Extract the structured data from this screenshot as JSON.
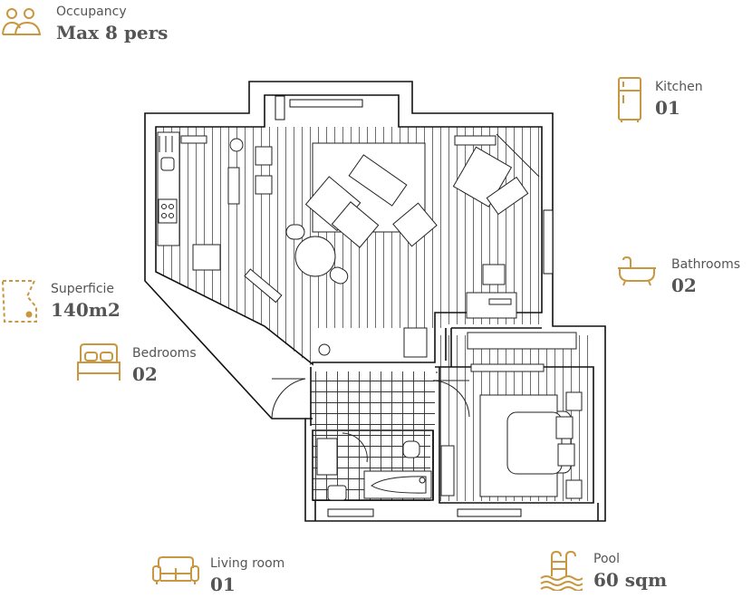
{
  "accent_color": "#C9973F",
  "features": [
    {
      "id": "occupancy",
      "icon": "people-icon",
      "label": "Occupancy",
      "value": "Max 8 pers"
    },
    {
      "id": "kitchen",
      "icon": "fridge-icon",
      "label": "Kitchen",
      "value": "01"
    },
    {
      "id": "bathrooms",
      "icon": "bathtub-icon",
      "label": "Bathrooms",
      "value": "02"
    },
    {
      "id": "superficie",
      "icon": "area-icon",
      "label": "Superficie",
      "value": "140m2"
    },
    {
      "id": "bedrooms",
      "icon": "bed-icon",
      "label": "Bedrooms",
      "value": "02"
    },
    {
      "id": "living",
      "icon": "sofa-icon",
      "label": "Living room",
      "value": "01"
    },
    {
      "id": "pool",
      "icon": "pool-icon",
      "label": "Pool",
      "value": "60 sqm"
    }
  ]
}
